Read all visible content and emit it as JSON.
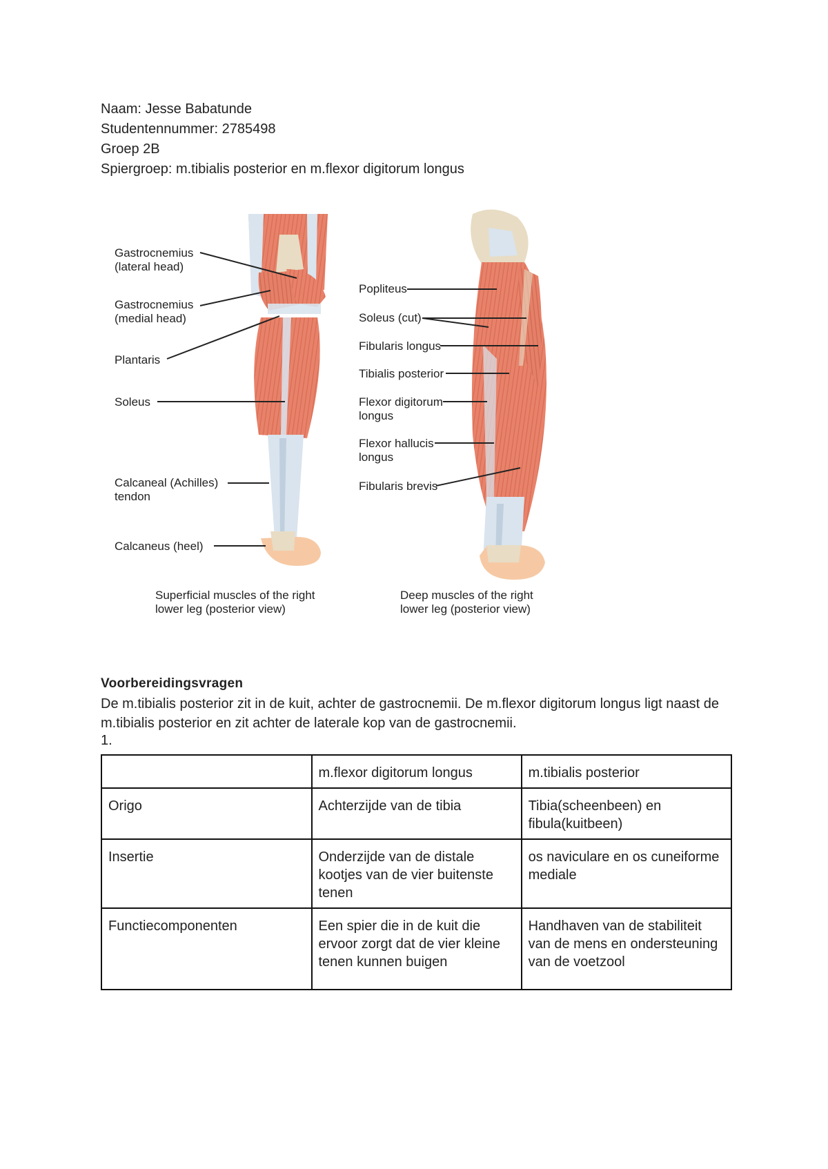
{
  "header": {
    "name": "Naam: Jesse Babatunde",
    "student_number": "Studentennummer: 2785498",
    "group": "Groep 2B",
    "muscle_group": "Spiergroep: m.tibialis posterior en m.flexor digitorum longus"
  },
  "figure": {
    "left_labels": {
      "gastroc_lateral_1": "Gastrocnemius",
      "gastroc_lateral_2": "(lateral head)",
      "gastroc_medial_1": "Gastrocnemius",
      "gastroc_medial_2": "(medial head)",
      "plantaris": "Plantaris",
      "soleus": "Soleus",
      "calcaneal_1": "Calcaneal (Achilles)",
      "calcaneal_2": "tendon",
      "calcaneus": "Calcaneus (heel)"
    },
    "right_labels": {
      "popliteus": "Popliteus",
      "soleus_cut": "Soleus (cut)",
      "fibularis_longus": "Fibularis longus",
      "tibialis_posterior": "Tibialis posterior",
      "fdl_1": "Flexor digitorum",
      "fdl_2": "longus",
      "fhl_1": "Flexor hallucis",
      "fhl_2": "longus",
      "fibularis_brevis": "Fibularis brevis"
    },
    "left_caption_1": "Superficial muscles of the right",
    "left_caption_2": "lower leg (posterior view)",
    "right_caption_1": "Deep muscles of the right",
    "right_caption_2": "lower leg (posterior view)",
    "colors": {
      "muscle": "#e8826a",
      "muscle_dark": "#c9563f",
      "tendon": "#d9e4ee",
      "bone": "#e8dcc4",
      "skin": "#f6c9a4"
    }
  },
  "section": {
    "title": "Voorbereidingsvragen",
    "paragraph": "De m.tibialis posterior zit in de kuit, achter de gastrocnemii. De m.flexor digitorum longus ligt naast de m.tibialis posterior en zit achter de laterale kop van de gastrocnemii.",
    "question_number": "1."
  },
  "table": {
    "header": [
      "",
      "m.flexor digitorum longus",
      "m.tibialis posterior"
    ],
    "rows": [
      [
        "Origo",
        "Achterzijde van de tibia",
        "Tibia(scheenbeen) en fibula(kuitbeen)"
      ],
      [
        "Insertie",
        "Onderzijde van de distale kootjes van de vier buitenste tenen",
        "os naviculare en os cuneiforme mediale"
      ],
      [
        "Functiecomponenten",
        "Een spier die in de kuit die ervoor zorgt dat de vier kleine tenen kunnen buigen",
        "Handhaven van de stabiliteit van de mens en ondersteuning van de voetzool"
      ]
    ]
  }
}
